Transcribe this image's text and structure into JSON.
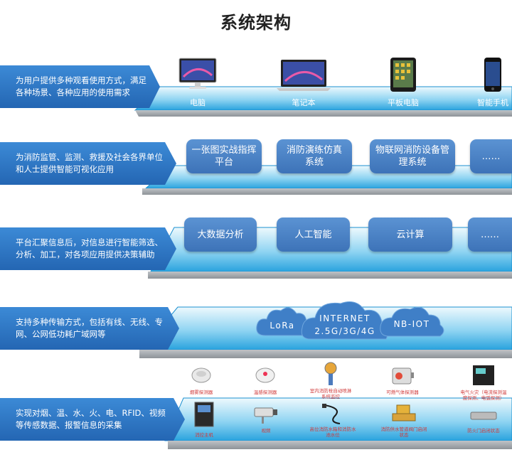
{
  "page_title": "系统架构",
  "layers": [
    {
      "label": "为用户提供多种观看使用方式，满足各种场景、各种应用的使用需求",
      "devices": [
        "电脑",
        "笔记本",
        "平板电脑",
        "智能手机"
      ]
    },
    {
      "label": "为消防监管、监测、救援及社会各界单位和人士提供智能可视化应用",
      "boxes": [
        "一张图实战指挥平台",
        "消防演练仿真系统",
        "物联网消防设备管理系统",
        "……"
      ]
    },
    {
      "label": "平台汇聚信息后，对信息进行智能筛选、分析、加工，对各项应用提供决策辅助",
      "boxes": [
        "大数据分析",
        "人工智能",
        "云计算",
        "……"
      ]
    },
    {
      "label": "支持多种传输方式，包括有线、无线、专网、公网低功耗广域网等",
      "clouds": [
        "LoRa",
        "INTERNET",
        "2.5G/3G/4G",
        "NB-IOT"
      ]
    },
    {
      "label": "实现对烟、温、水、火、电、RFID、视频等传感数据、报警信息的采集",
      "sensors_top": [
        "烟雾探测器",
        "温感探测器",
        "室内消防栓自动喷淋系统监控",
        "可燃气体探测器",
        "电气火灾（电流探测温度探测、电弧探测）"
      ],
      "sensors_bottom": [
        "消控主机",
        "视频",
        "高位消防水箱和消防水池水位",
        "消防供水管道阀门启闭状态",
        "防火门启闭状态"
      ]
    }
  ],
  "colors": {
    "label_bg": "#2f78c8",
    "panel_top": "#d8f0fb",
    "panel_bottom": "#2aa6e0",
    "box": "#4a82c6",
    "cloud": "#3f7fc7"
  }
}
